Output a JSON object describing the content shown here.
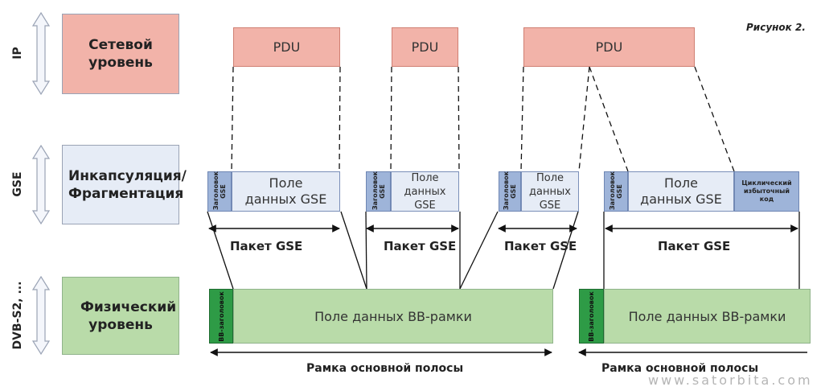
{
  "figure_label": "Рисунок 2.",
  "side_labels": {
    "ip": "IP",
    "gse": "GSE",
    "dvb": "DVB-S2, ..."
  },
  "layers": {
    "network": "Сетевой уровень",
    "encapsulation": "Инкапсуляция/ Фрагментация",
    "physical": "Физический уровень"
  },
  "pdu_label": "PDU",
  "gse_header": "Заголовок GSE",
  "gse_data_field": "Поле данных GSE",
  "crc": "Циклический избыточный код",
  "gse_packet": "Пакет GSE",
  "bb_header": "BB-заголовок",
  "bb_data_field": "Поле данных BB-рамки",
  "baseband_frame": "Рамка основной полосы",
  "watermark": "www.satorbita.com"
}
